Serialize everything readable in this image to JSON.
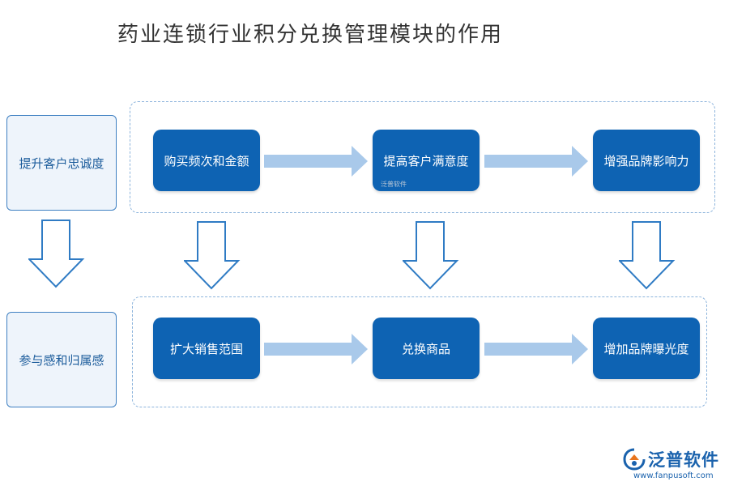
{
  "title": "药业连锁行业积分兑换管理模块的作用",
  "rows": [
    {
      "label": "提升客户忠诚度",
      "nodes": [
        "购买频次和金额",
        "提高客户满意度",
        "增强品牌影响力"
      ]
    },
    {
      "label": "参与感和归属感",
      "nodes": [
        "扩大销售范围",
        "兑换商品",
        "增加品牌曝光度"
      ]
    }
  ],
  "watermark": "泛普软件",
  "brand": {
    "name": "泛普软件",
    "url": "www.fanpusoft.com",
    "icon": "fanpu-logo-icon"
  },
  "colors": {
    "node_fill": "#0e63b3",
    "arrow_fill": "#a9c9ea",
    "outline": "#3f80c2",
    "side_fill": "#eef4fb",
    "brand": "#1a62ad"
  }
}
